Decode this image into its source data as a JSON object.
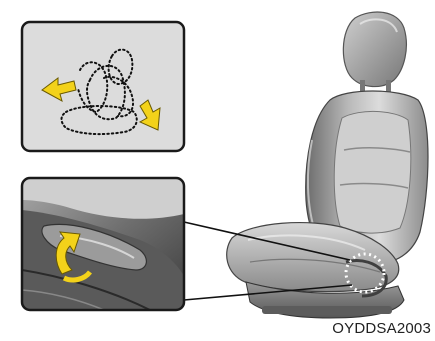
{
  "figure": {
    "image_code": "OYDDSA2003",
    "inset_top": {
      "depicts": "seat-recline-diagram",
      "arrow_color": "#f3d21a"
    },
    "inset_bottom": {
      "depicts": "recline-lever-closeup",
      "arrow_color": "#f3d21a"
    },
    "main": {
      "depicts": "car-seat",
      "highlight_circle_color": "#ffffff"
    }
  }
}
